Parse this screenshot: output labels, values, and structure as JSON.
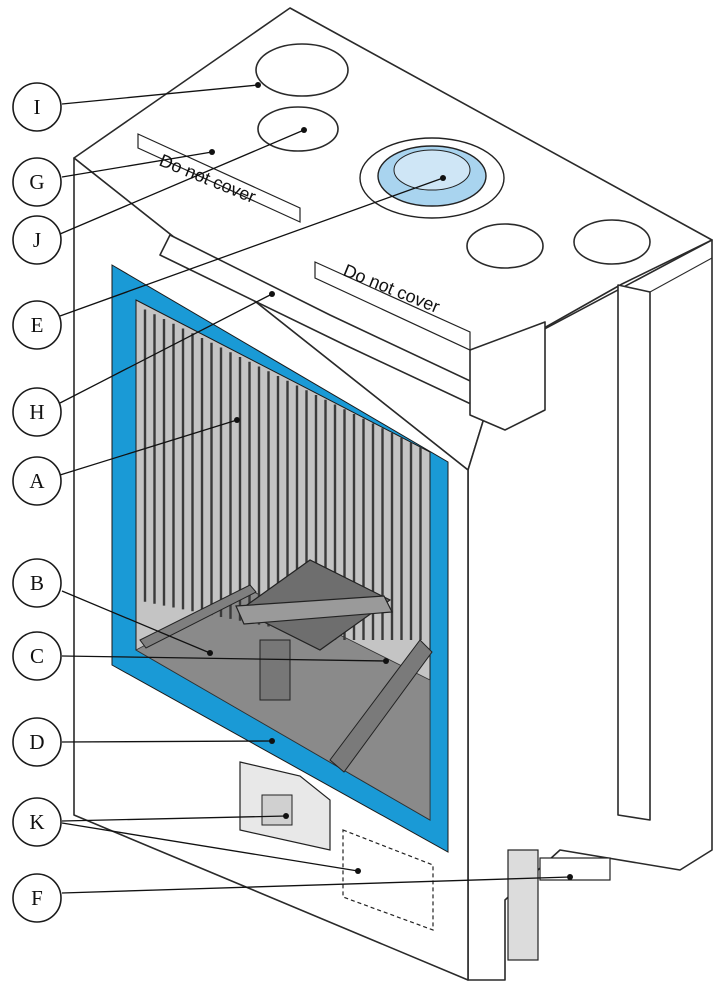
{
  "labels": {
    "label_top_left": "Do not cover",
    "label_top_right": "Do not cover"
  },
  "callouts": [
    {
      "id": "I",
      "letter": "I"
    },
    {
      "id": "G",
      "letter": "G"
    },
    {
      "id": "J",
      "letter": "J"
    },
    {
      "id": "E",
      "letter": "E"
    },
    {
      "id": "H",
      "letter": "H"
    },
    {
      "id": "A",
      "letter": "A"
    },
    {
      "id": "B",
      "letter": "B"
    },
    {
      "id": "C",
      "letter": "C"
    },
    {
      "id": "D",
      "letter": "D"
    },
    {
      "id": "K",
      "letter": "K"
    },
    {
      "id": "F",
      "letter": "F"
    }
  ],
  "colors": {
    "seal_blue": "#1a9ad6",
    "flue_light_blue": "#a9d4ef",
    "outline": "#2a2a2a",
    "firebox_grey": "#b8b8b8"
  }
}
